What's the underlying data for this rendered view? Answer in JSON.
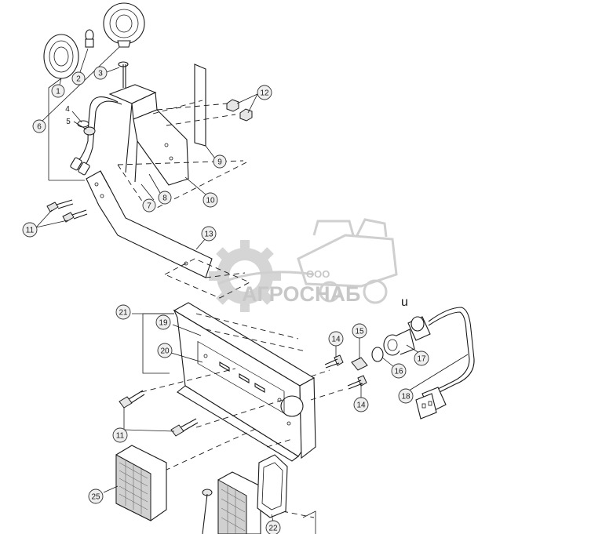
{
  "watermark": {
    "company_prefix": "ООО",
    "company_name": "АГРОСНАБ",
    "suffix": "u"
  },
  "callouts": [
    "1",
    "2",
    "3",
    "4",
    "5",
    "6",
    "7",
    "8",
    "9",
    "10",
    "11",
    "12",
    "13",
    "11",
    "14",
    "15",
    "16",
    "17",
    "18",
    "14",
    "19",
    "20",
    "21",
    "22",
    "25"
  ]
}
